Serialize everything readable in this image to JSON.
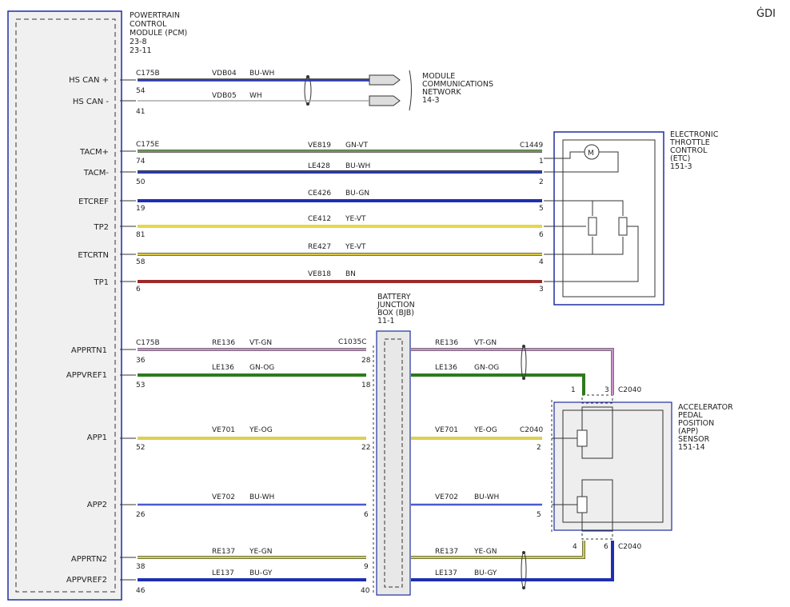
{
  "corner_label": "ĠDI",
  "pcm": {
    "lines": [
      "POWERTRAIN",
      "CONTROL",
      "MODULE (PCM)",
      "23-8",
      "23-11"
    ]
  },
  "bjb": {
    "lines": [
      "BATTERY",
      "JUNCTION",
      "BOX (BJB)",
      "11-1"
    ],
    "connector": "C1035C"
  },
  "mcn": {
    "lines": [
      "MODULE",
      "COMMUNICATIONS",
      "NETWORK",
      "14-3"
    ]
  },
  "etc": {
    "lines": [
      "ELECTRONIC",
      "THROTTLE",
      "CONTROL",
      "(ETC)",
      "151-3"
    ],
    "connector": "C1449"
  },
  "app": {
    "lines": [
      "ACCELERATOR",
      "PEDAL",
      "POSITION",
      "(APP)",
      "SENSOR",
      "151-14"
    ],
    "connector": "C2040"
  },
  "pcm_connectors": [
    "C175B",
    "C175E",
    "C175B"
  ],
  "can_wires": [
    {
      "pin_label": "HS CAN +",
      "pcm_pin": "54",
      "circuit": "VDB04",
      "color": "BU-WH",
      "stroke": "#2a3cc7"
    },
    {
      "pin_label": "HS CAN -",
      "pcm_pin": "41",
      "circuit": "VDB05",
      "color": "WH",
      "stroke": "#9a9a9a"
    }
  ],
  "etc_wires": [
    {
      "pin_label": "TACM+",
      "pcm_pin": "74",
      "circuit": "VE819",
      "color": "GN-VT",
      "etc_pin": "1",
      "stroke": "#6a9e4a"
    },
    {
      "pin_label": "TACM-",
      "pcm_pin": "50",
      "circuit": "LE428",
      "color": "BU-WH",
      "etc_pin": "2",
      "stroke": "#2a3cc7"
    },
    {
      "pin_label": "ETCREF",
      "pcm_pin": "19",
      "circuit": "CE426",
      "color": "BU-GN",
      "etc_pin": "5",
      "stroke": "#1f2fb0"
    },
    {
      "pin_label": "TP2",
      "pcm_pin": "81",
      "circuit": "CE412",
      "color": "YE-VT",
      "etc_pin": "6",
      "stroke": "#e6d64a"
    },
    {
      "pin_label": "ETCRTN",
      "pcm_pin": "58",
      "circuit": "RE427",
      "color": "YE-VT",
      "etc_pin": "4",
      "stroke": "#d8c940"
    },
    {
      "pin_label": "TP1",
      "pcm_pin": "6",
      "circuit": "VE818",
      "color": "BN",
      "etc_pin": "3",
      "stroke": "#9c2a2a"
    }
  ],
  "app_wires": [
    {
      "pin_label": "APPRTN1",
      "pcm_pin": "36",
      "circuit": "RE136",
      "color": "VT-GN",
      "bjb_pin": "28",
      "app_pin": "3",
      "stroke": "#c890c8"
    },
    {
      "pin_label": "APPVREF1",
      "pcm_pin": "53",
      "circuit": "LE136",
      "color": "GN-OG",
      "bjb_pin": "18",
      "app_pin": "1",
      "stroke": "#2e7a1e"
    },
    {
      "pin_label": "APP1",
      "pcm_pin": "52",
      "circuit": "VE701",
      "color": "YE-OG",
      "bjb_pin": "22",
      "app_pin": "2",
      "stroke": "#ddd050"
    },
    {
      "pin_label": "APP2",
      "pcm_pin": "26",
      "circuit": "VE702",
      "color": "BU-WH",
      "bjb_pin": "6",
      "app_pin": "5",
      "stroke": "#4a5ad0"
    },
    {
      "pin_label": "APPRTN2",
      "pcm_pin": "38",
      "circuit": "RE137",
      "color": "YE-GN",
      "bjb_pin": "9",
      "app_pin": "4",
      "stroke": "#cfd33a"
    },
    {
      "pin_label": "APPVREF2",
      "pcm_pin": "46",
      "circuit": "LE137",
      "color": "BU-GY",
      "bjb_pin": "40",
      "app_pin": "6",
      "stroke": "#1f2fb0"
    }
  ]
}
